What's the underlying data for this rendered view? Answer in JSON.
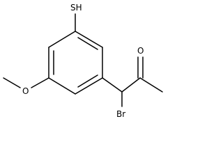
{
  "molecule": {
    "atoms": {
      "thiol": "SH",
      "methoxy_oxygen": "O",
      "ketone_oxygen": "O",
      "bromine": "Br"
    }
  }
}
